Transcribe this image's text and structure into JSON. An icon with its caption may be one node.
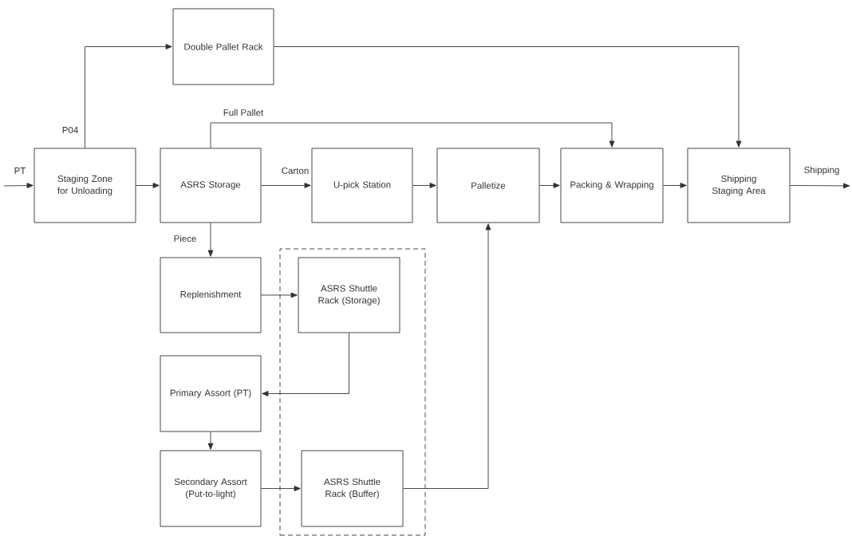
{
  "diagram": {
    "nodes": [
      {
        "text": [
          "Double Pallet Rack"
        ]
      },
      {
        "text": [
          "Staging Zone for Unloading"
        ]
      },
      {
        "text": [
          "ASRS Storage"
        ]
      },
      {
        "text": [
          "U-pick Station"
        ]
      },
      {
        "text": [
          "Palletize"
        ]
      },
      {
        "text": [
          "Packing & Wrapping"
        ]
      },
      {
        "text": [
          "Shipping Staging Area"
        ]
      },
      {
        "text": [
          "Replenishment"
        ]
      },
      {
        "text": [],
        "shape": "box"
      },
      {
        "text": [
          "ASRS Shuttle Rack (Storage)"
        ],
        "in": 8
      },
      {
        "text": [
          "Primary Assort (PT)"
        ]
      },
      {
        "text": [
          "Secondary Assort (Put-to-light)"
        ]
      },
      {
        "text": [
          "ASRS Shuttle Rack (Buffer)"
        ],
        "in": 8
      }
    ],
    "edges": [
      {
        "from": null,
        "to": 1,
        "arrow": "to",
        "label": "PT"
      },
      {
        "from": 1,
        "to": 0,
        "arrow": "to",
        "label": "P04"
      },
      {
        "from": 1,
        "to": 2,
        "arrow": "to"
      },
      {
        "from": 2,
        "to": 3,
        "arrow": "to",
        "label": "Carton"
      },
      {
        "from": 3,
        "to": 4,
        "arrow": "to"
      },
      {
        "from": 4,
        "to": 5,
        "arrow": "to"
      },
      {
        "from": 5,
        "to": 6,
        "arrow": "to"
      },
      {
        "from": 6,
        "to": null,
        "arrow": "to",
        "label": "Shipping"
      },
      {
        "from": 0,
        "to": 6,
        "arrow": "to"
      },
      {
        "from": 2,
        "to": 5,
        "arrow": "to",
        "label": "Full Pallet"
      },
      {
        "from": 2,
        "to": 7,
        "arrow": "to",
        "label": "Piece"
      },
      {
        "from": 7,
        "to": 9,
        "arrow": "to"
      },
      {
        "from": 9,
        "to": 10,
        "arrow": "to"
      },
      {
        "from": 10,
        "to": 11,
        "arrow": "to"
      },
      {
        "from": 11,
        "to": 12,
        "arrow": "to"
      },
      {
        "from": 12,
        "to": 4,
        "arrow": "to"
      }
    ]
  }
}
